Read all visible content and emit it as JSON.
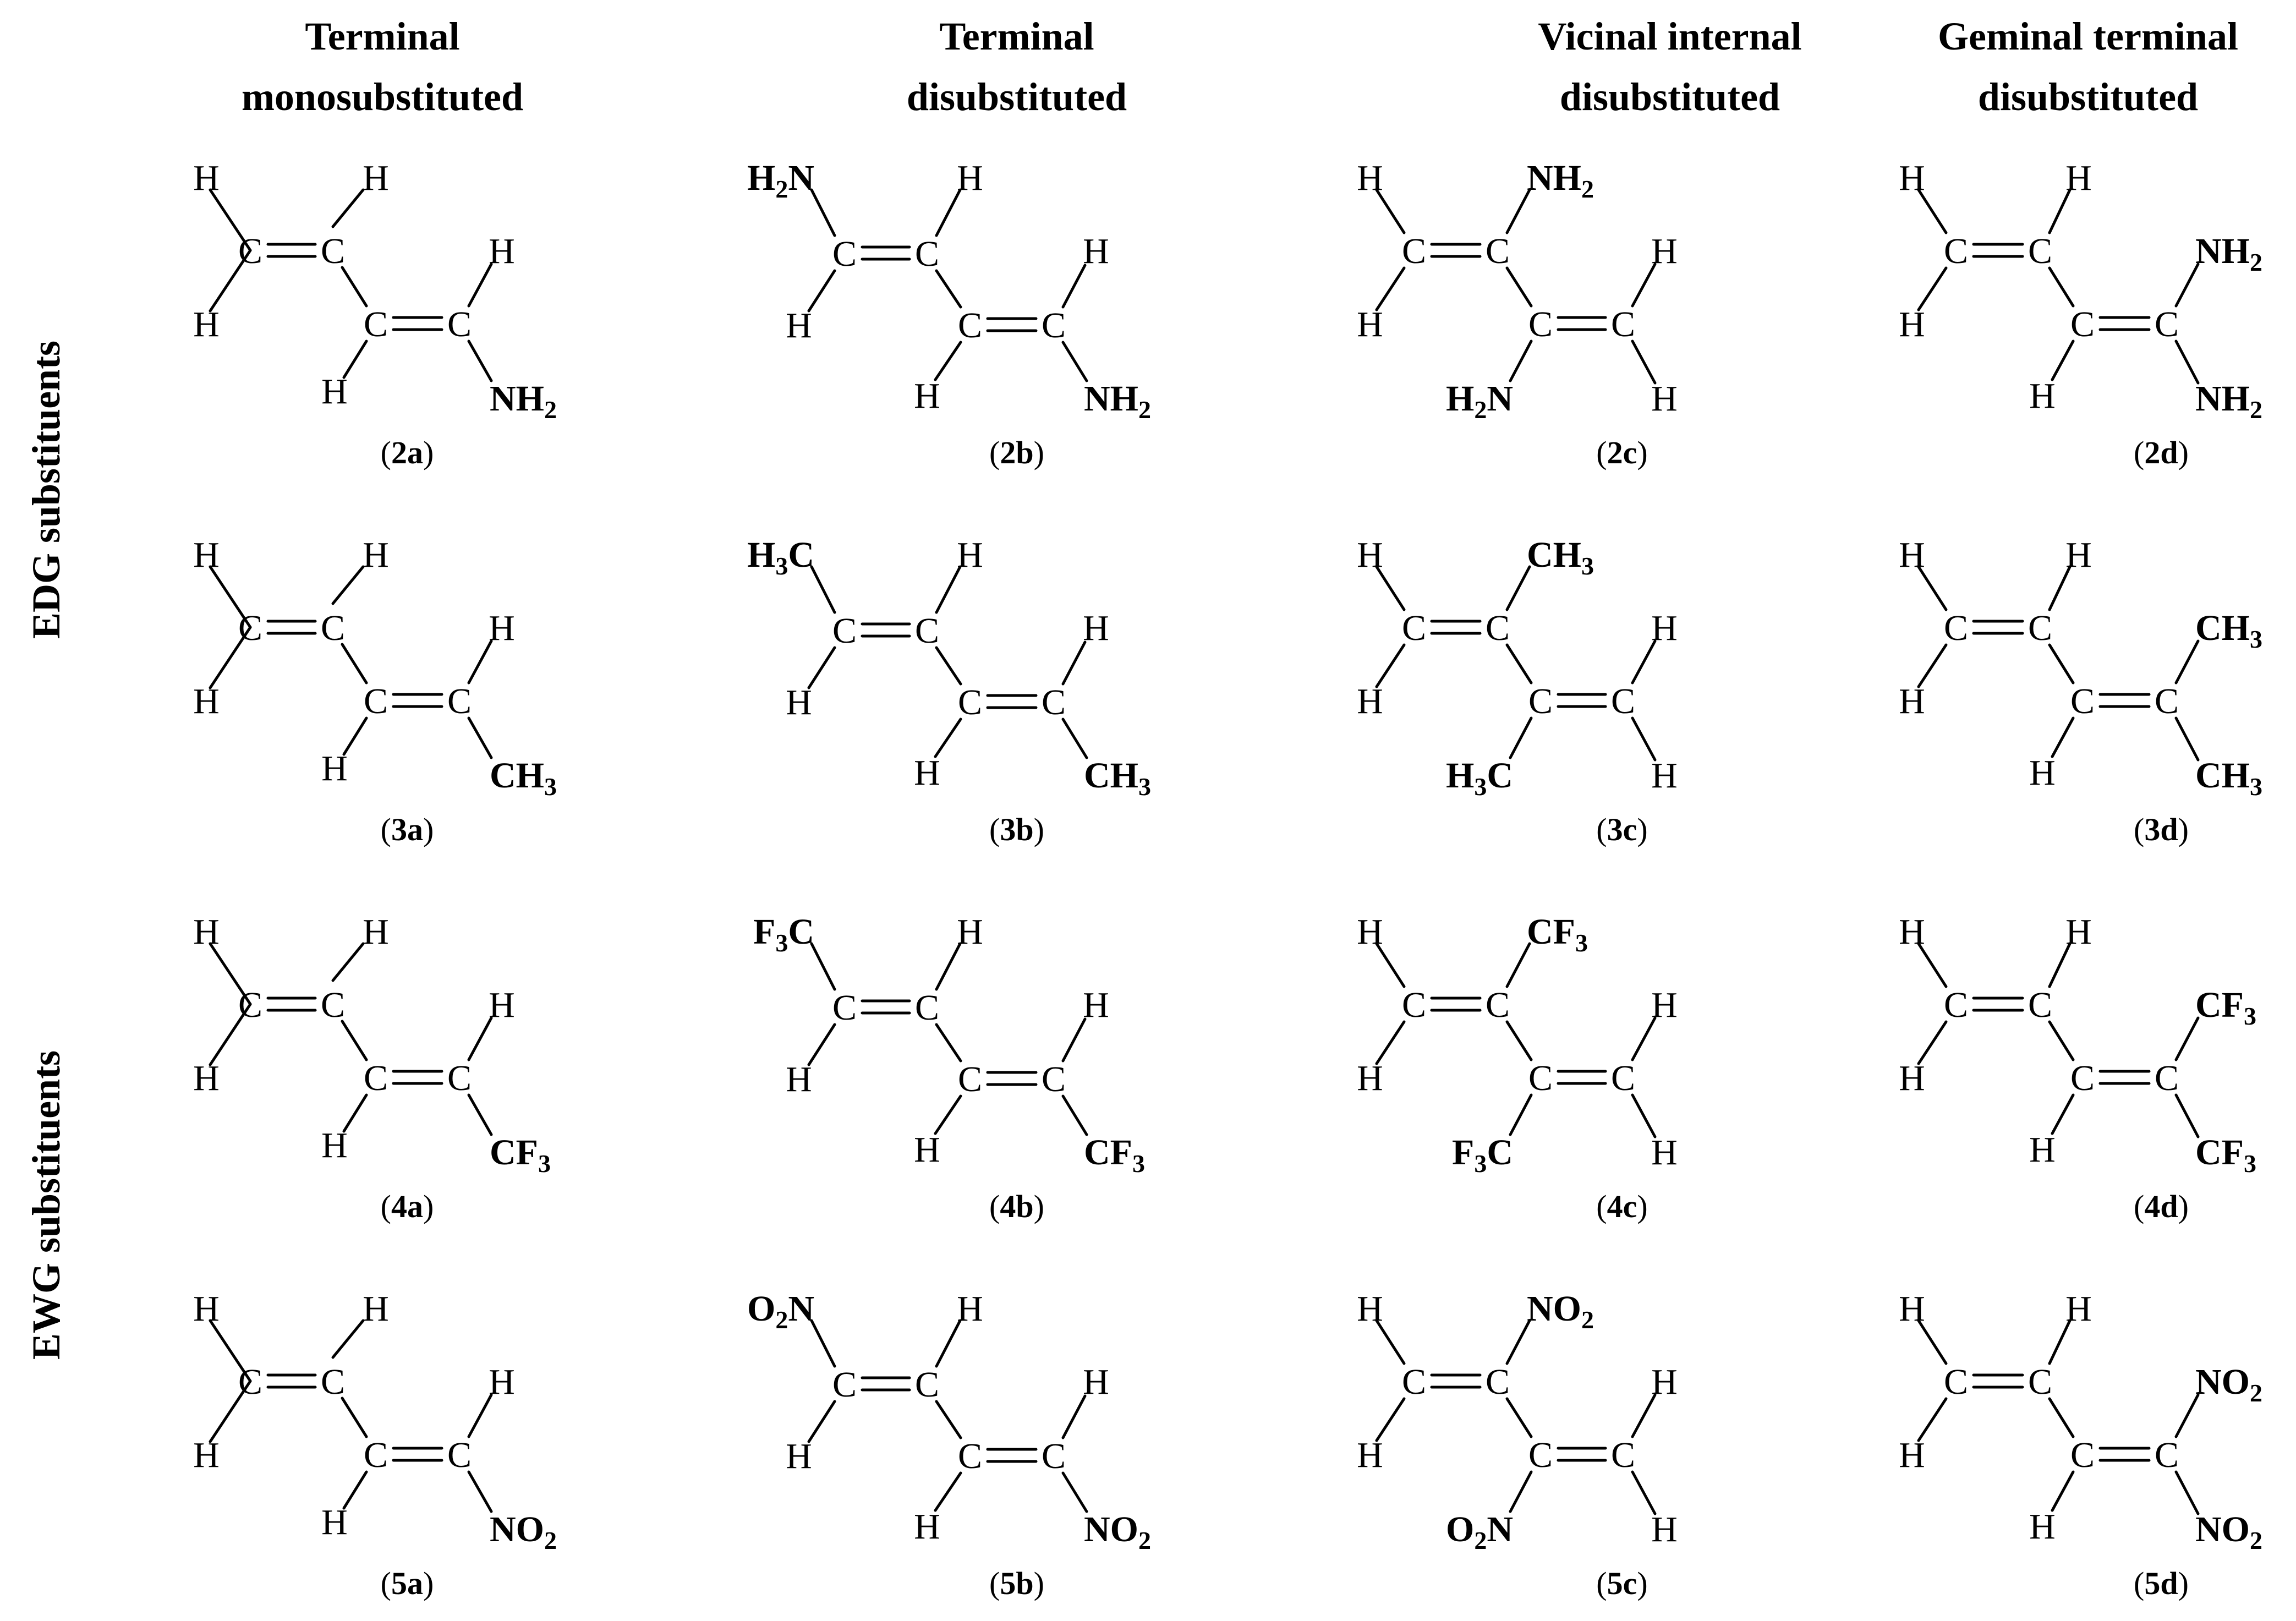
{
  "columns": [
    {
      "line1": "Terminal",
      "line2": "monosubstituted"
    },
    {
      "line1": "Terminal",
      "line2": "disubstituted"
    },
    {
      "line1": "Vicinal internal",
      "line2": "disubstituted"
    },
    {
      "line1": "Geminal terminal",
      "line2": "disubstituted"
    }
  ],
  "row_groups": [
    {
      "label": "EDG substituents"
    },
    {
      "label": "EWG substituents"
    }
  ],
  "atoms": {
    "carbon": "C",
    "hydrogen": "H"
  },
  "rows": [
    {
      "substituent": {
        "main": "NH",
        "sub": "2",
        "left_main": "H",
        "left_sub": "2",
        "left_tail": "N"
      },
      "labels": [
        "2a",
        "2b",
        "2c",
        "2d"
      ]
    },
    {
      "substituent": {
        "main": "CH",
        "sub": "3",
        "left_main": "H",
        "left_sub": "3",
        "left_tail": "C"
      },
      "labels": [
        "3a",
        "3b",
        "3c",
        "3d"
      ]
    },
    {
      "substituent": {
        "main": "CF",
        "sub": "3",
        "left_main": "F",
        "left_sub": "3",
        "left_tail": "C"
      },
      "labels": [
        "4a",
        "4b",
        "4c",
        "4d"
      ]
    },
    {
      "substituent": {
        "main": "NO",
        "sub": "2",
        "left_main": "O",
        "left_sub": "2",
        "left_tail": "N"
      },
      "labels": [
        "5a",
        "5b",
        "5c",
        "5d"
      ]
    }
  ],
  "colors": {
    "text": "#000000",
    "background": "#ffffff"
  }
}
